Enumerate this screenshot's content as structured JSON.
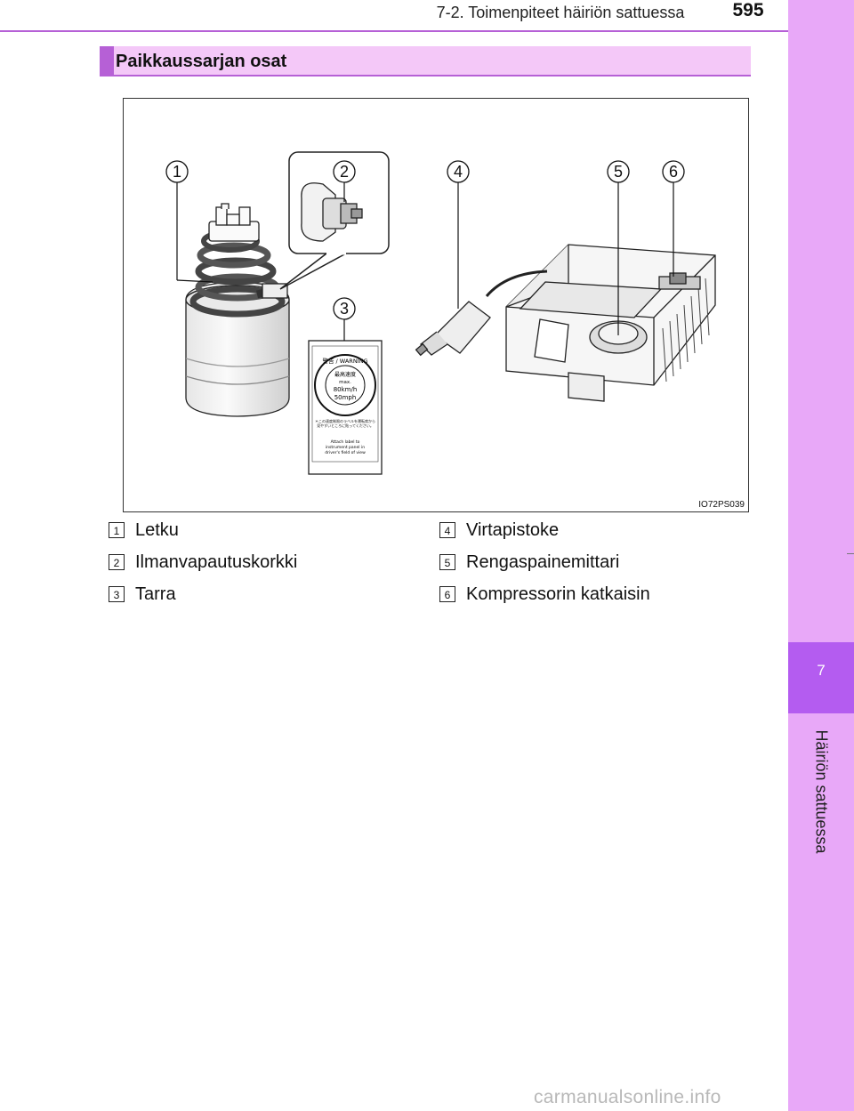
{
  "header": {
    "section_title": "7-2. Toimenpiteet häiriön sattuessa",
    "page_number": "595"
  },
  "side_tab": {
    "chapter_number": "7",
    "chapter_name": "Häiriön sattuessa"
  },
  "subheading": "Paikkaussarjan osat",
  "figure": {
    "code": "IO72PS039",
    "callouts": [
      "1",
      "2",
      "3",
      "4",
      "5",
      "6"
    ],
    "label": {
      "warning": "警告 / WARNING",
      "title": "最高速度",
      "max": "max.",
      "kmh": "80km/h",
      "mph": "50mph",
      "note_jp": "＊この速度制限のラベルを運転席から見やすいところに貼ってください。",
      "note_en_1": "Attach label to",
      "note_en_2": "instrument panel in",
      "note_en_3": "driver's field of view"
    }
  },
  "legend": [
    {
      "num": "1",
      "label": "Letku"
    },
    {
      "num": "2",
      "label": "Ilmanvapautuskorkki"
    },
    {
      "num": "3",
      "label": "Tarra"
    },
    {
      "num": "4",
      "label": "Virtapistoke"
    },
    {
      "num": "5",
      "label": "Rengaspainemittari"
    },
    {
      "num": "6",
      "label": "Kompressorin katkaisin"
    }
  ],
  "watermark": "carmanualsonline.info"
}
